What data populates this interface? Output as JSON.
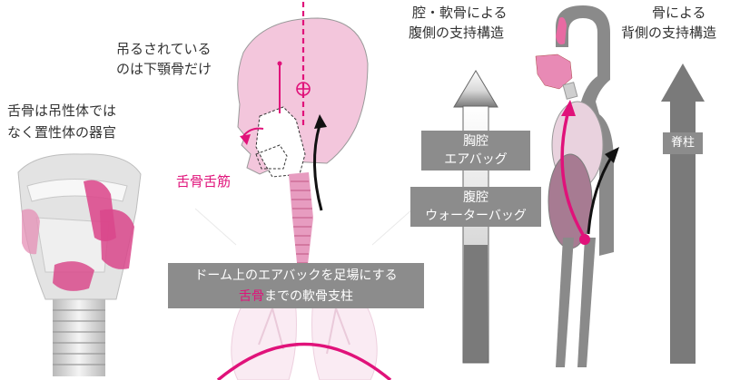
{
  "left": {
    "title_line1": "舌骨は吊性体では",
    "title_line2": "なく置性体の器官"
  },
  "middle": {
    "hang_line1": "吊るされている",
    "hang_line2": "のは下顎骨だけ",
    "muscle_label": "舌骨舌筋",
    "caption_line1": "ドーム上のエアバックを足場にする",
    "caption_hyoid": "舌骨",
    "caption_rest": "までの軟骨支柱"
  },
  "right": {
    "ventral_line1": "腔・軟骨による",
    "ventral_line2": "腹側の支持構造",
    "dorsal_line1": "骨による",
    "dorsal_line2": "背側の支持構造",
    "chest_line1": "胸腔",
    "chest_line2": "エアバッグ",
    "abdomen_line1": "腹腔",
    "abdomen_line2": "ウォーターバッグ",
    "spine_label": "脊柱"
  },
  "colors": {
    "accent": "#e0127a",
    "gray_box": "#8c8c8c",
    "arrow_gray": "#6e6e6e"
  }
}
